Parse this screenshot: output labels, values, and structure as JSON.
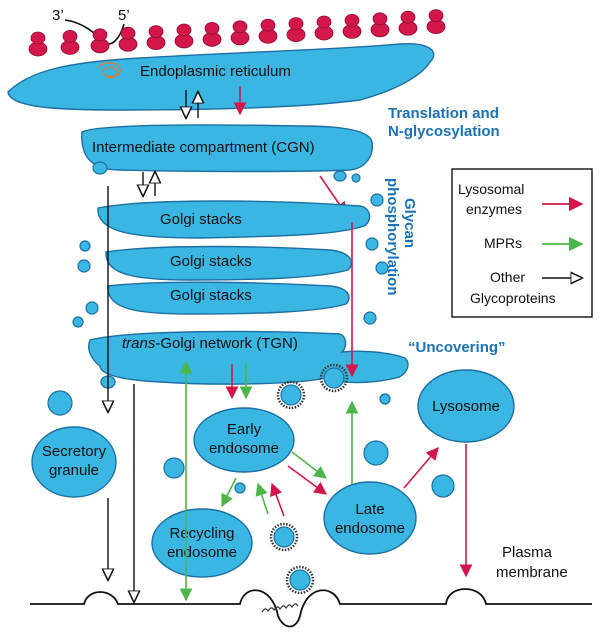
{
  "strands": {
    "three_prime": "3’",
    "five_prime": "5’"
  },
  "compartments": {
    "er": "Endoplasmic reticulum",
    "cgn": "Intermediate compartment (CGN)",
    "golgi1": "Golgi stacks",
    "golgi2": "Golgi stacks",
    "golgi3": "Golgi stacks",
    "tgn_italic": "trans",
    "tgn_rest": "-Golgi network (TGN)",
    "secretory": [
      "Secretory",
      "granule"
    ],
    "early": [
      "Early",
      "endosome"
    ],
    "recycling": [
      "Recycling",
      "endosome"
    ],
    "late": [
      "Late",
      "endosome"
    ],
    "lysosome": "Lysosome",
    "plasma": [
      "Plasma",
      "membrane"
    ]
  },
  "process_labels": {
    "translation": [
      "Translation and",
      "N-glycosylation"
    ],
    "glycan": [
      "Glycan",
      "phosphorylation"
    ],
    "uncovering": "“Uncovering”"
  },
  "legend": {
    "lysosomal": [
      "Lysosomal",
      "enzymes"
    ],
    "mprs": "MPRs",
    "other": [
      "Other",
      "Glycoproteins"
    ]
  },
  "colors": {
    "membrane_fill": "#3ab6e3",
    "membrane_stroke": "#1d6fa3",
    "lysosomal_arrow": "#d3174b",
    "mpr_arrow": "#4cb748",
    "other_arrow": "#111111",
    "ribosome": "#d3174b",
    "label_blue": "#1a73b8"
  }
}
